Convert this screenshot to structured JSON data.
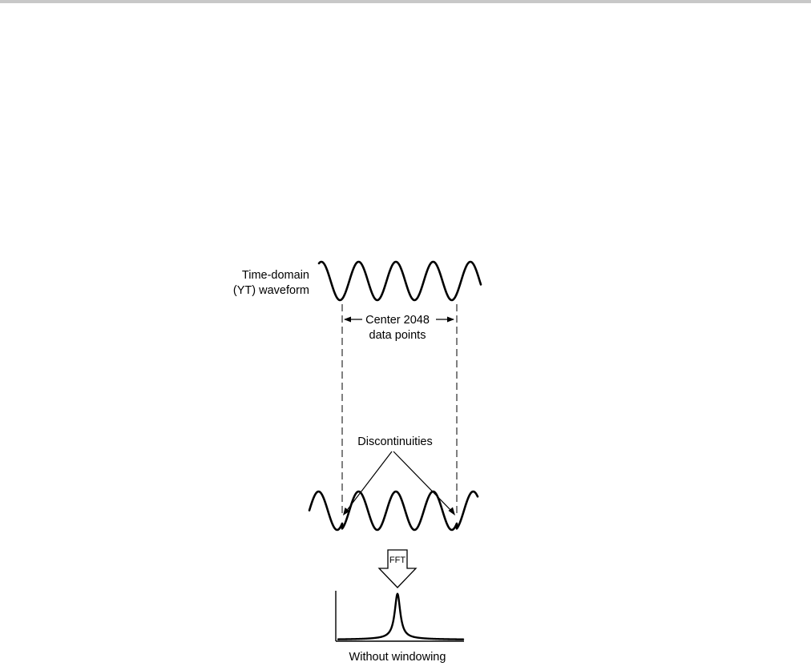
{
  "labels": {
    "time_domain_line1": "Time-domain",
    "time_domain_line2": "(YT) waveform",
    "center_line1": "Center 2048",
    "center_line2": "data points",
    "discontinuities": "Discontinuities",
    "fft": "FFT",
    "caption": "Without windowing"
  },
  "colors": {
    "ink": "#000000",
    "rule": "#c8c8c8",
    "background": "#ffffff"
  }
}
